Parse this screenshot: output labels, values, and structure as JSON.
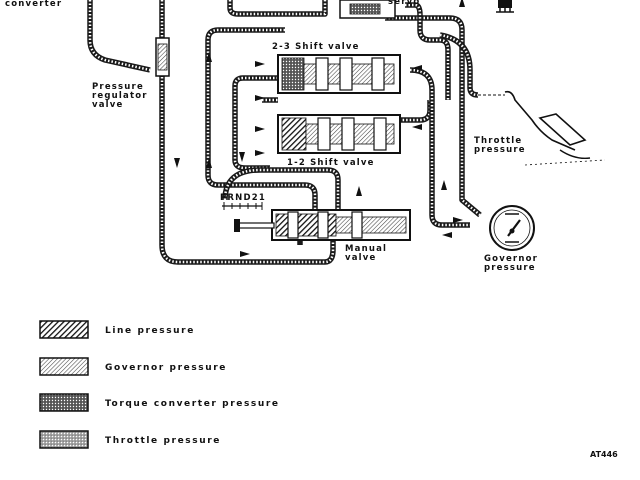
{
  "labels": {
    "converter": "converter",
    "servo": "servo",
    "pressure_regulator_valve": [
      "Pressure",
      "regulator",
      "valve"
    ],
    "shift_23": "2-3 Shift  valve",
    "shift_12": "1-2 Shift  valve",
    "throttle_pressure": [
      "Throttle",
      "pressure"
    ],
    "prnd21": "PRND21",
    "manual_valve": [
      "Manual",
      "valve"
    ],
    "governor_pressure": [
      "Governor",
      "pressure"
    ]
  },
  "legend": [
    {
      "label": "Line pressure",
      "pattern": "hatch-dense"
    },
    {
      "label": "Governor pressure",
      "pattern": "hatch-light"
    },
    {
      "label": "Torque converter pressure",
      "pattern": "dots-dark"
    },
    {
      "label": "Throttle pressure",
      "pattern": "dots-medium"
    }
  ],
  "figure_code": "AT446"
}
